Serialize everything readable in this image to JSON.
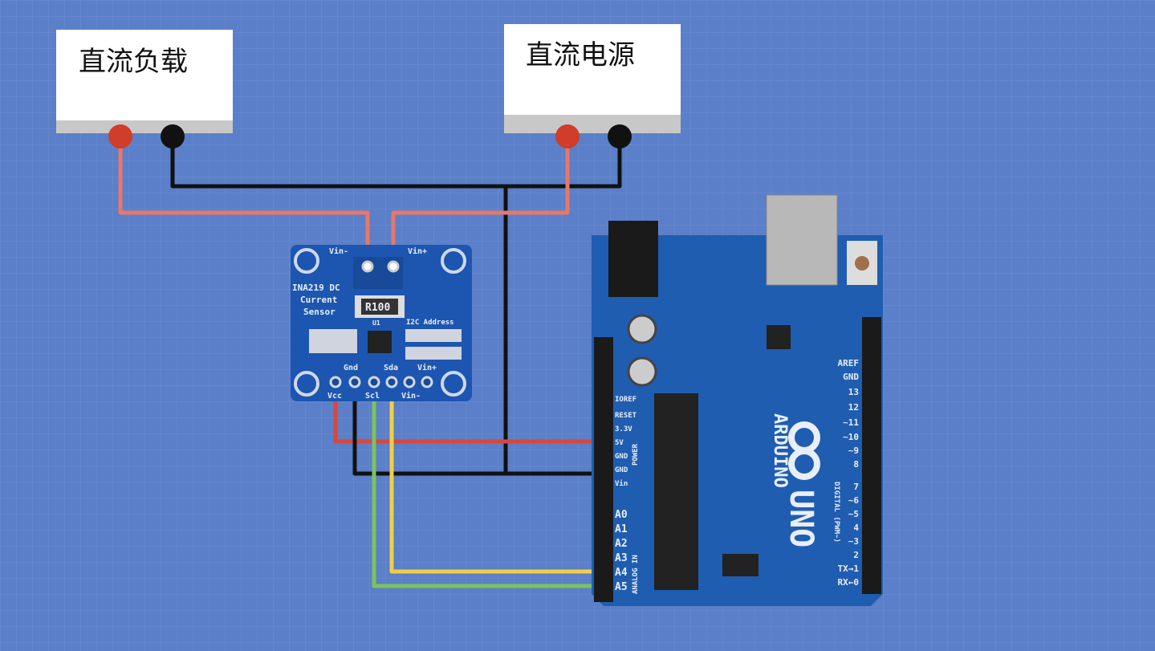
{
  "load_box": {
    "label": "直流负载"
  },
  "supply_box": {
    "label": "直流电源"
  },
  "sensor": {
    "title_lines": [
      "INA219 DC",
      "Current",
      "Sensor"
    ],
    "resistor": "R100",
    "top_pins": [
      "Vin-",
      "Vin+"
    ],
    "bottom_pins_top": [
      "Gnd",
      "Sda",
      "Vin+"
    ],
    "bottom_pins_bottom": [
      "Vcc",
      "Scl",
      "Vin-"
    ],
    "address": "I2C Address",
    "u1": "U1"
  },
  "arduino": {
    "brand": "ARDUINO",
    "model": "UNO",
    "power_pins": [
      "IOREF",
      "RESET",
      "3.3V",
      "5V",
      "GND",
      "GND",
      "Vin"
    ],
    "analog_pins": [
      "A0",
      "A1",
      "A2",
      "A3",
      "A4",
      "A5"
    ],
    "digital_pins": [
      "AREF",
      "GND",
      "13",
      "12",
      "~11",
      "~10",
      "~9",
      "8",
      "7",
      "~6",
      "~5",
      "4",
      "~3",
      "2",
      "TX→1",
      "RX←0"
    ],
    "power_label": "POWER",
    "analog_label": "ANALOG IN",
    "digital_label": "DIGITAL (PWM~)"
  },
  "colors": {
    "vcc": "#d9473a",
    "gnd": "#111111",
    "scl": "#7cc35a",
    "sda": "#f0cf45",
    "load_wire": "#e8776a",
    "board": "#1f5db0",
    "background": "#5b7fc8"
  }
}
